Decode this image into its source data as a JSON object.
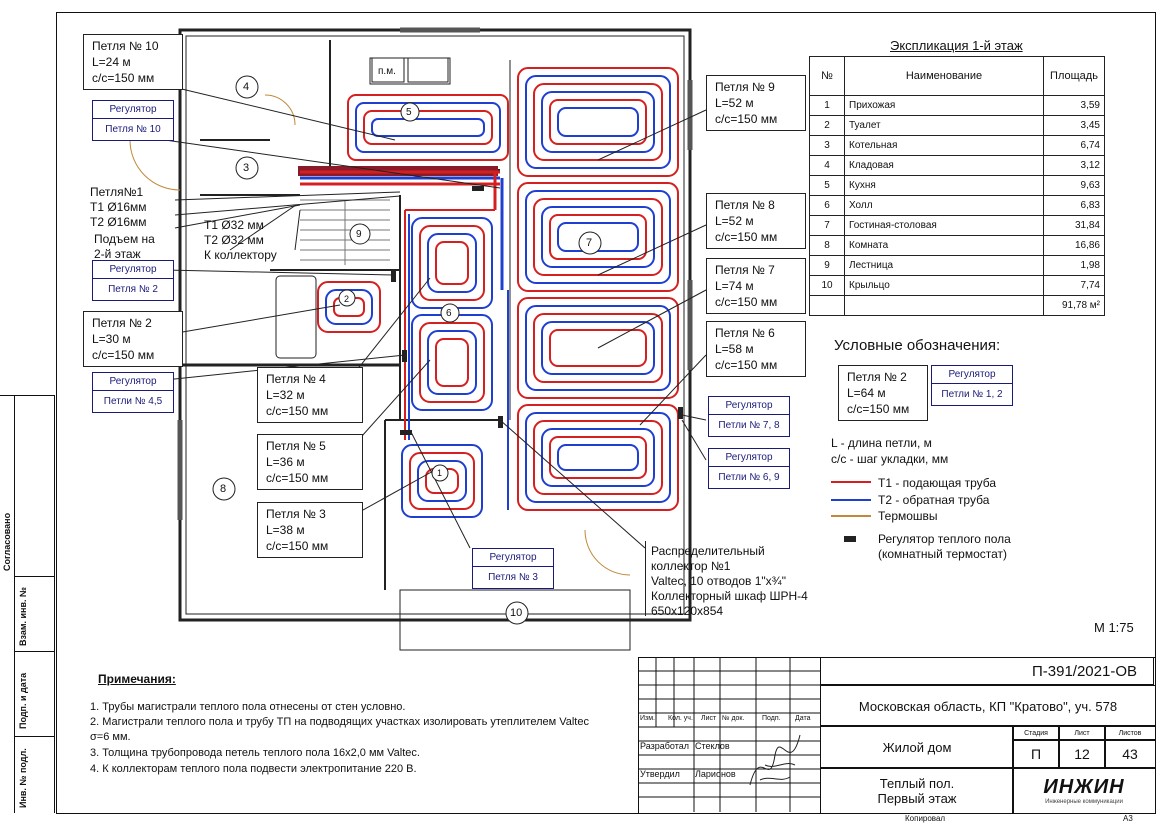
{
  "explication": {
    "title": "Экспликация 1-й этаж",
    "headers": [
      "№",
      "Наименование",
      "Площадь"
    ],
    "rows": [
      [
        "1",
        "Прихожая",
        "3,59"
      ],
      [
        "2",
        "Туалет",
        "3,45"
      ],
      [
        "3",
        "Котельная",
        "6,74"
      ],
      [
        "4",
        "Кладовая",
        "3,12"
      ],
      [
        "5",
        "Кухня",
        "9,63"
      ],
      [
        "6",
        "Холл",
        "6,83"
      ],
      [
        "7",
        "Гостиная-столовая",
        "31,84"
      ],
      [
        "8",
        "Комната",
        "16,86"
      ],
      [
        "9",
        "Лестница",
        "1,98"
      ],
      [
        "10",
        "Крыльцо",
        "7,74"
      ]
    ],
    "total": "91,78 м²"
  },
  "loops": {
    "l10": "Петля № 10\nL=24 м\nс/с=150 мм",
    "l9": "Петля № 9\nL=52 м\nс/с=150 мм",
    "l8": "Петля № 8\nL=52 м\nс/с=150 мм",
    "l7": "Петля № 7\nL=74 м\nс/с=150 мм",
    "l6": "Петля № 6\nL=58 м\nс/с=150 мм",
    "l2": "Петля № 2\nL=30 м\nс/с=150 мм",
    "l4": "Петля № 4\nL=32 м\nс/с=150 мм",
    "l5": "Петля № 5\nL=36 м\nс/с=150 мм",
    "l3": "Петля № 3\nL=38 м\nс/с=150 мм"
  },
  "regulators": {
    "title": "Регулятор",
    "r10": "Петля № 10",
    "r2": "Петля № 2",
    "r45": "Петли № 4,5",
    "r78": "Петли № 7, 8",
    "r69": "Петли № 6, 9",
    "r3": "Петля № 3"
  },
  "annotations": {
    "loop1": "Петля№1\nТ1 Ø16мм\nТ2 Ø16мм",
    "riser": "Подъем на\n2-й этаж",
    "mains": "Т1 Ø32 мм\nТ2 Ø32 мм\nК коллектору",
    "collector": "Распределительный\nколлектор №1\nValtec, 10 отводов 1\"х¾\"\nКоллекторный шкаф ШРН-4\n650х120х854",
    "pm": "п.м.",
    "scale": "М 1:75"
  },
  "room_numbers": [
    "1",
    "2",
    "3",
    "4",
    "5",
    "6",
    "7",
    "8",
    "9",
    "10"
  ],
  "legend": {
    "title": "Условные обозначения:",
    "sample_loop": "Петля № 2\nL=64 м\nс/с=150 мм",
    "sample_reg_title": "Регулятор",
    "sample_reg": "Петли № 1, 2",
    "l_def": "L - длина петли, м",
    "cc_def": "с/с - шаг укладки, мм",
    "t1": "Т1 - подающая труба",
    "t2": "Т2 - обратная труба",
    "joints": "Термошвы",
    "regulator": "Регулятор теплого пола\n(комнатный термостат)",
    "color_t1": "#d42020",
    "color_t2": "#1f3fd0",
    "color_joints": "#c08a3a"
  },
  "notes": {
    "title": "Примечания:",
    "items": [
      "   1.   Трубы магистрали теплого пола отнесены от стен условно.",
      "   2.   Магистрали теплого пола и трубу ТП на подводящих участках изолировать утеплителем Valtec σ=6 мм.",
      "   3.   Толщина трубопровода петель теплого пола 16х2,0 мм Valtec.",
      "   4.   К коллекторам теплого пола подвести электропитание 220 В."
    ]
  },
  "title_block": {
    "code": "П-391/2021-ОВ",
    "address": "Московская область, КП \"Кратово\", уч. 578",
    "building": "Жилой дом",
    "sheet_title": "Теплый пол.\nПервый этаж",
    "cols": [
      "Изм.",
      "Кол. уч.",
      "Лист",
      "№ док.",
      "Подп.",
      "Дата"
    ],
    "stage_label": "Стадия",
    "sheet_label": "Лист",
    "sheets_label": "Листов",
    "stage": "П",
    "sheet": "12",
    "sheets": "43",
    "developed_label": "Разработал",
    "developed_name": "Стеклов",
    "approved_label": "Утвердил",
    "approved_name": "Ларионов",
    "logo": "ИНЖИН",
    "logo_sub": "Инженерные коммуникации",
    "copied": "Копировал",
    "format": "А3"
  },
  "side_stamp": {
    "agreed": "Согласовано",
    "inv_vzam": "Взам. инв. №",
    "sign_date": "Подп. и дата",
    "inv_orig": "Инв. № подл."
  }
}
